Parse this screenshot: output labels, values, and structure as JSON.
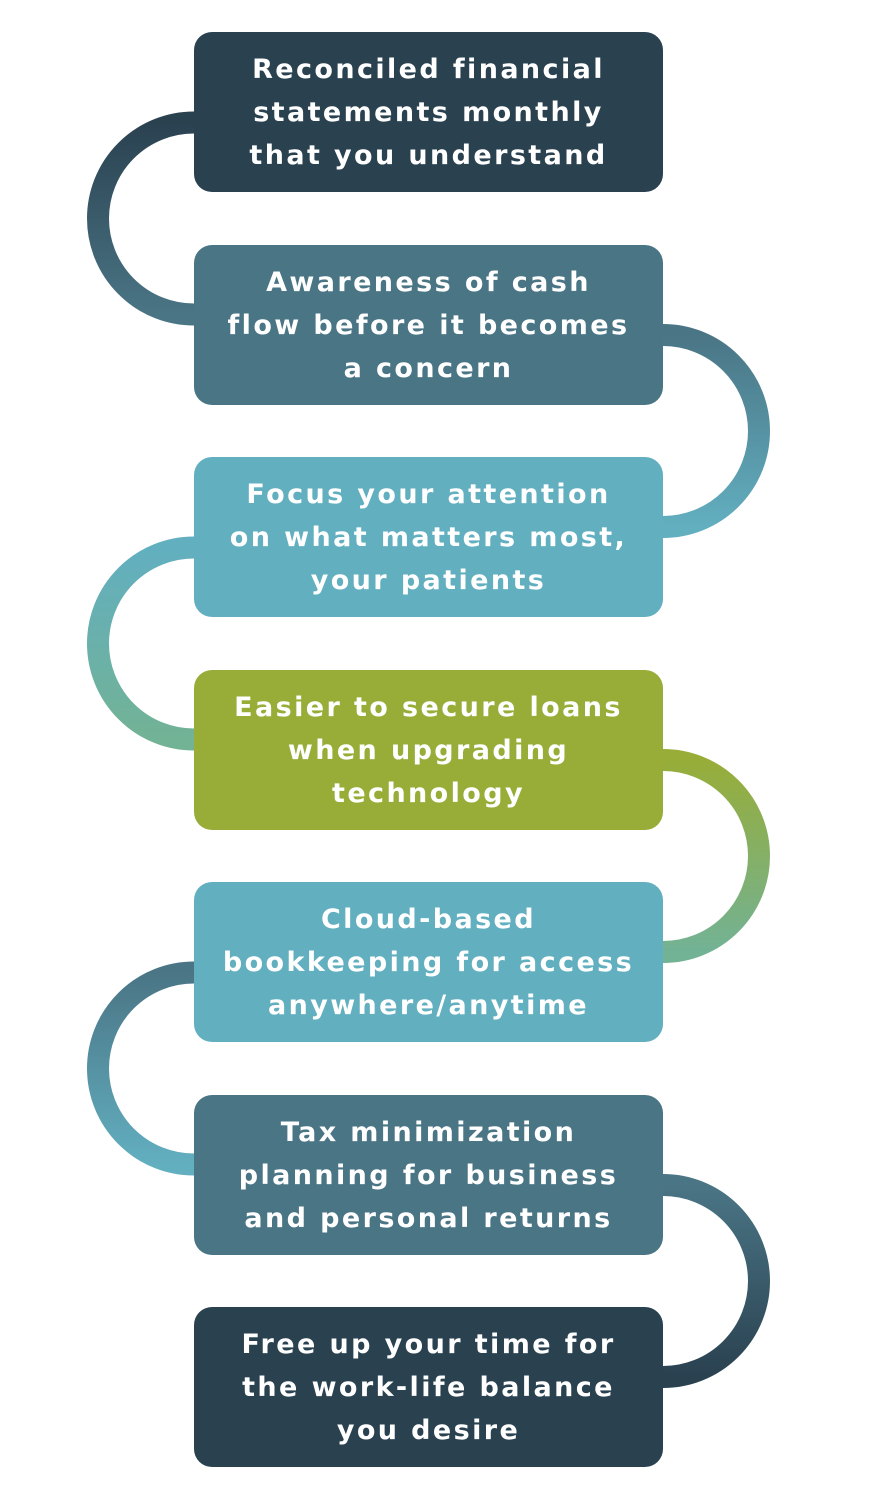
{
  "colors": {
    "dark_navy": "#2a4150",
    "steel_blue": "#4a7585",
    "light_teal": "#62afc0",
    "olive_green": "#97ad38",
    "sage_green": "#72b295"
  },
  "steps": [
    {
      "text": "Reconciled financial\nstatements monthly\nthat you understand",
      "color": "#2a4150"
    },
    {
      "text": "Awareness of cash\nflow before it becomes\na concern",
      "color": "#4a7585"
    },
    {
      "text": "Focus your attention\non what matters most,\nyour patients",
      "color": "#62afc0"
    },
    {
      "text": "Easier to secure loans\nwhen upgrading\ntechnology",
      "color": "#97ad38"
    },
    {
      "text": "Cloud-based\nbookkeeping for access\nanywhere/anytime",
      "color": "#62afc0"
    },
    {
      "text": "Tax minimization\nplanning for business\nand personal returns",
      "color": "#4a7585"
    },
    {
      "text": "Free up your time for\nthe work-life balance\nyou desire",
      "color": "#2a4150"
    }
  ],
  "connectors": [
    {
      "side": "left",
      "from_color": "#2a4150",
      "to_color": "#4a7585"
    },
    {
      "side": "right",
      "from_color": "#4a7585",
      "to_color": "#62afc0"
    },
    {
      "side": "left",
      "from_color": "#62afc0",
      "to_color": "#72b295"
    },
    {
      "side": "right",
      "from_color": "#97ad38",
      "to_color": "#72b295"
    },
    {
      "side": "left",
      "from_color": "#4a7585",
      "to_color": "#62afc0"
    },
    {
      "side": "right",
      "from_color": "#4a7585",
      "to_color": "#2a4150"
    }
  ]
}
